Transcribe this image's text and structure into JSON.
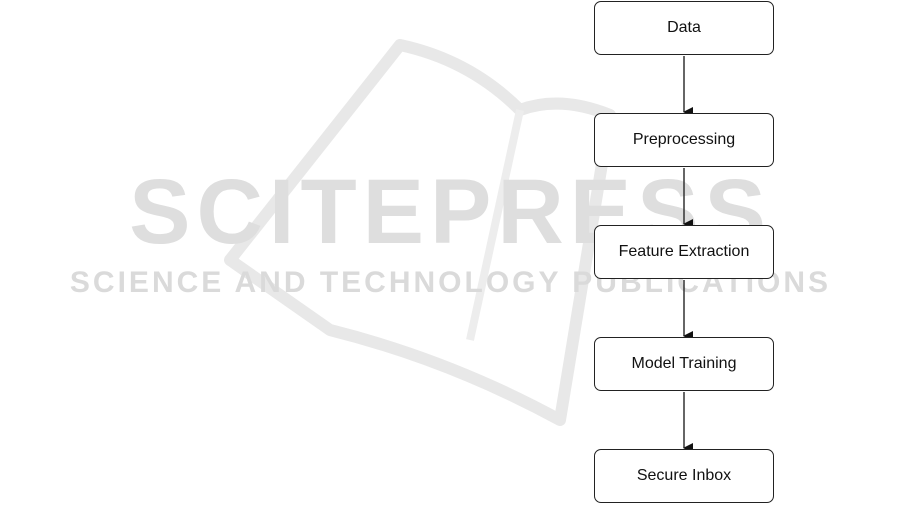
{
  "watermark": {
    "title": "SCITEPRESS",
    "subtitle": "SCIENCE AND TECHNOLOGY PUBLICATIONS"
  },
  "flow": {
    "steps": [
      "Data",
      "Preprocessing",
      "Feature Extraction",
      "Model Training",
      "Secure Inbox"
    ]
  }
}
